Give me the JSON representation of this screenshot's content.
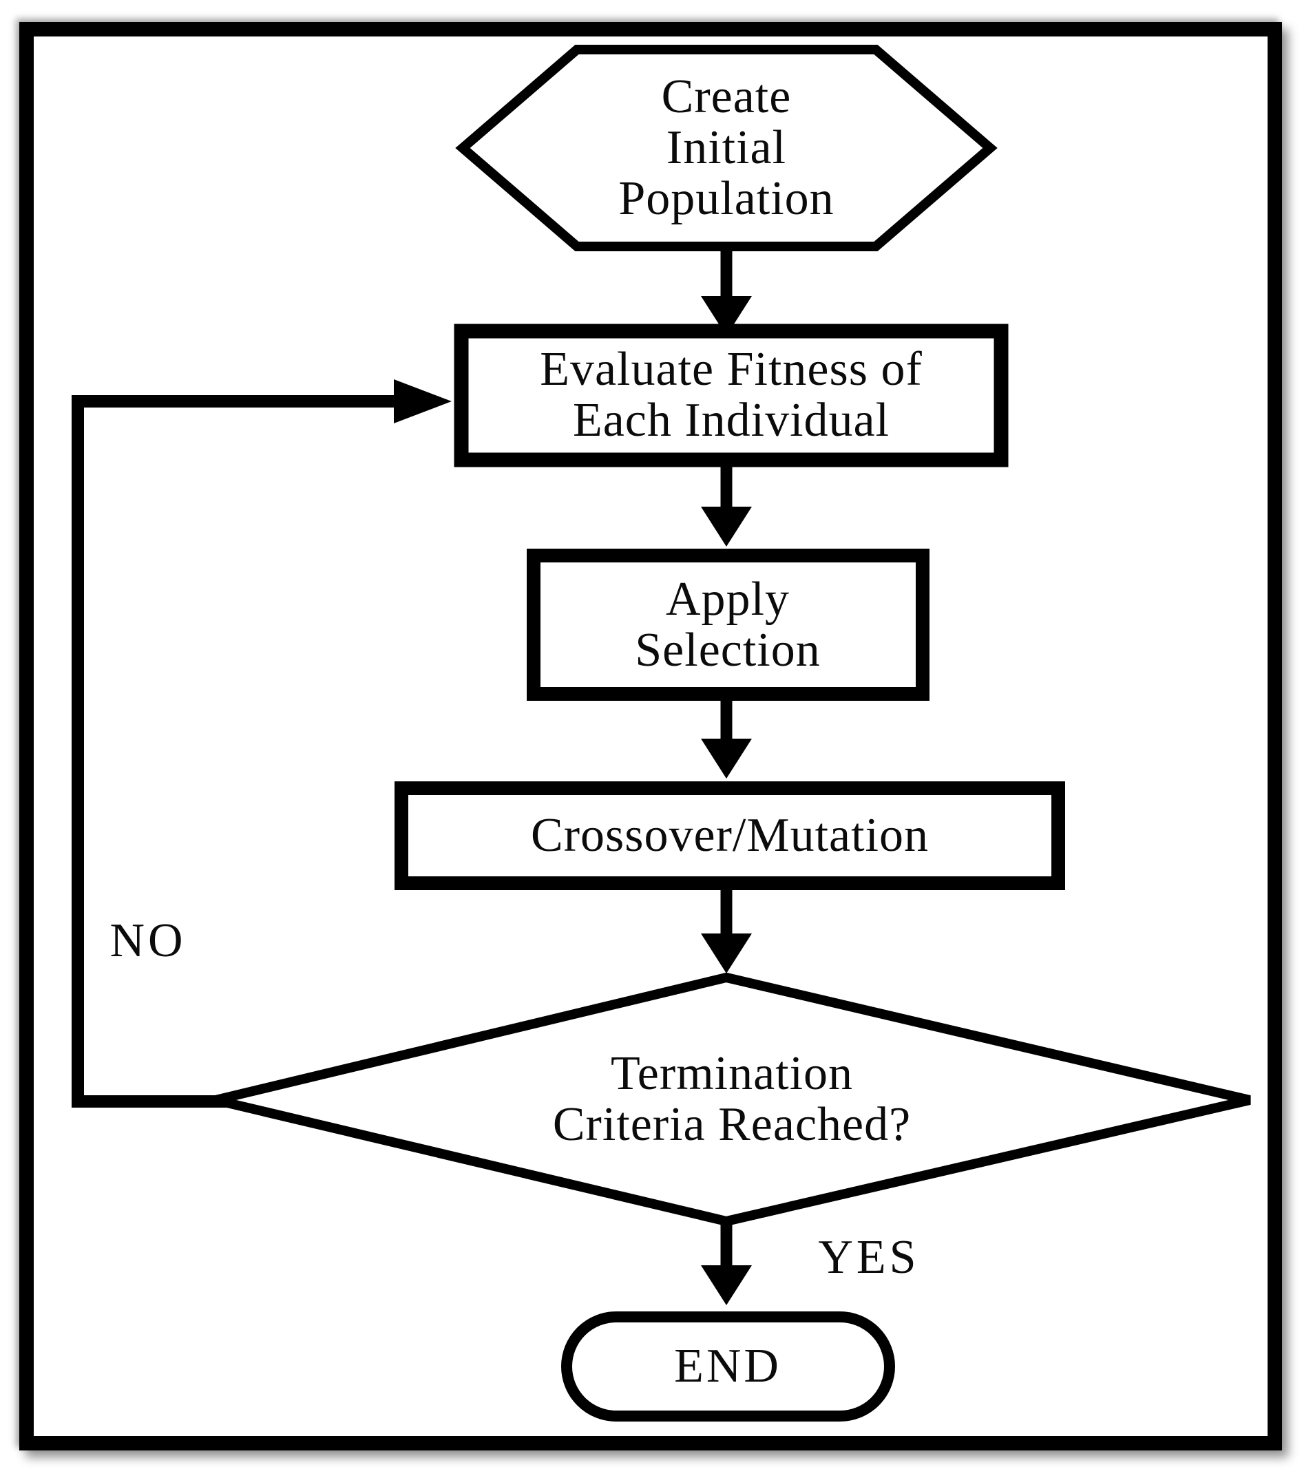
{
  "flowchart": {
    "nodes": {
      "start": {
        "line1": "Create",
        "line2": "Initial",
        "line3": "Population"
      },
      "evaluate": {
        "line1": "Evaluate Fitness of",
        "line2": "Each Individual"
      },
      "selection": {
        "line1": "Apply",
        "line2": "Selection"
      },
      "crossover": {
        "label": "Crossover/Mutation"
      },
      "decision": {
        "line1": "Termination",
        "line2": "Criteria Reached?"
      },
      "end": {
        "label": "END"
      }
    },
    "edge_labels": {
      "no": "NO",
      "yes": "YES"
    },
    "colors": {
      "ink": "#000000",
      "fill": "#ffffff"
    }
  }
}
